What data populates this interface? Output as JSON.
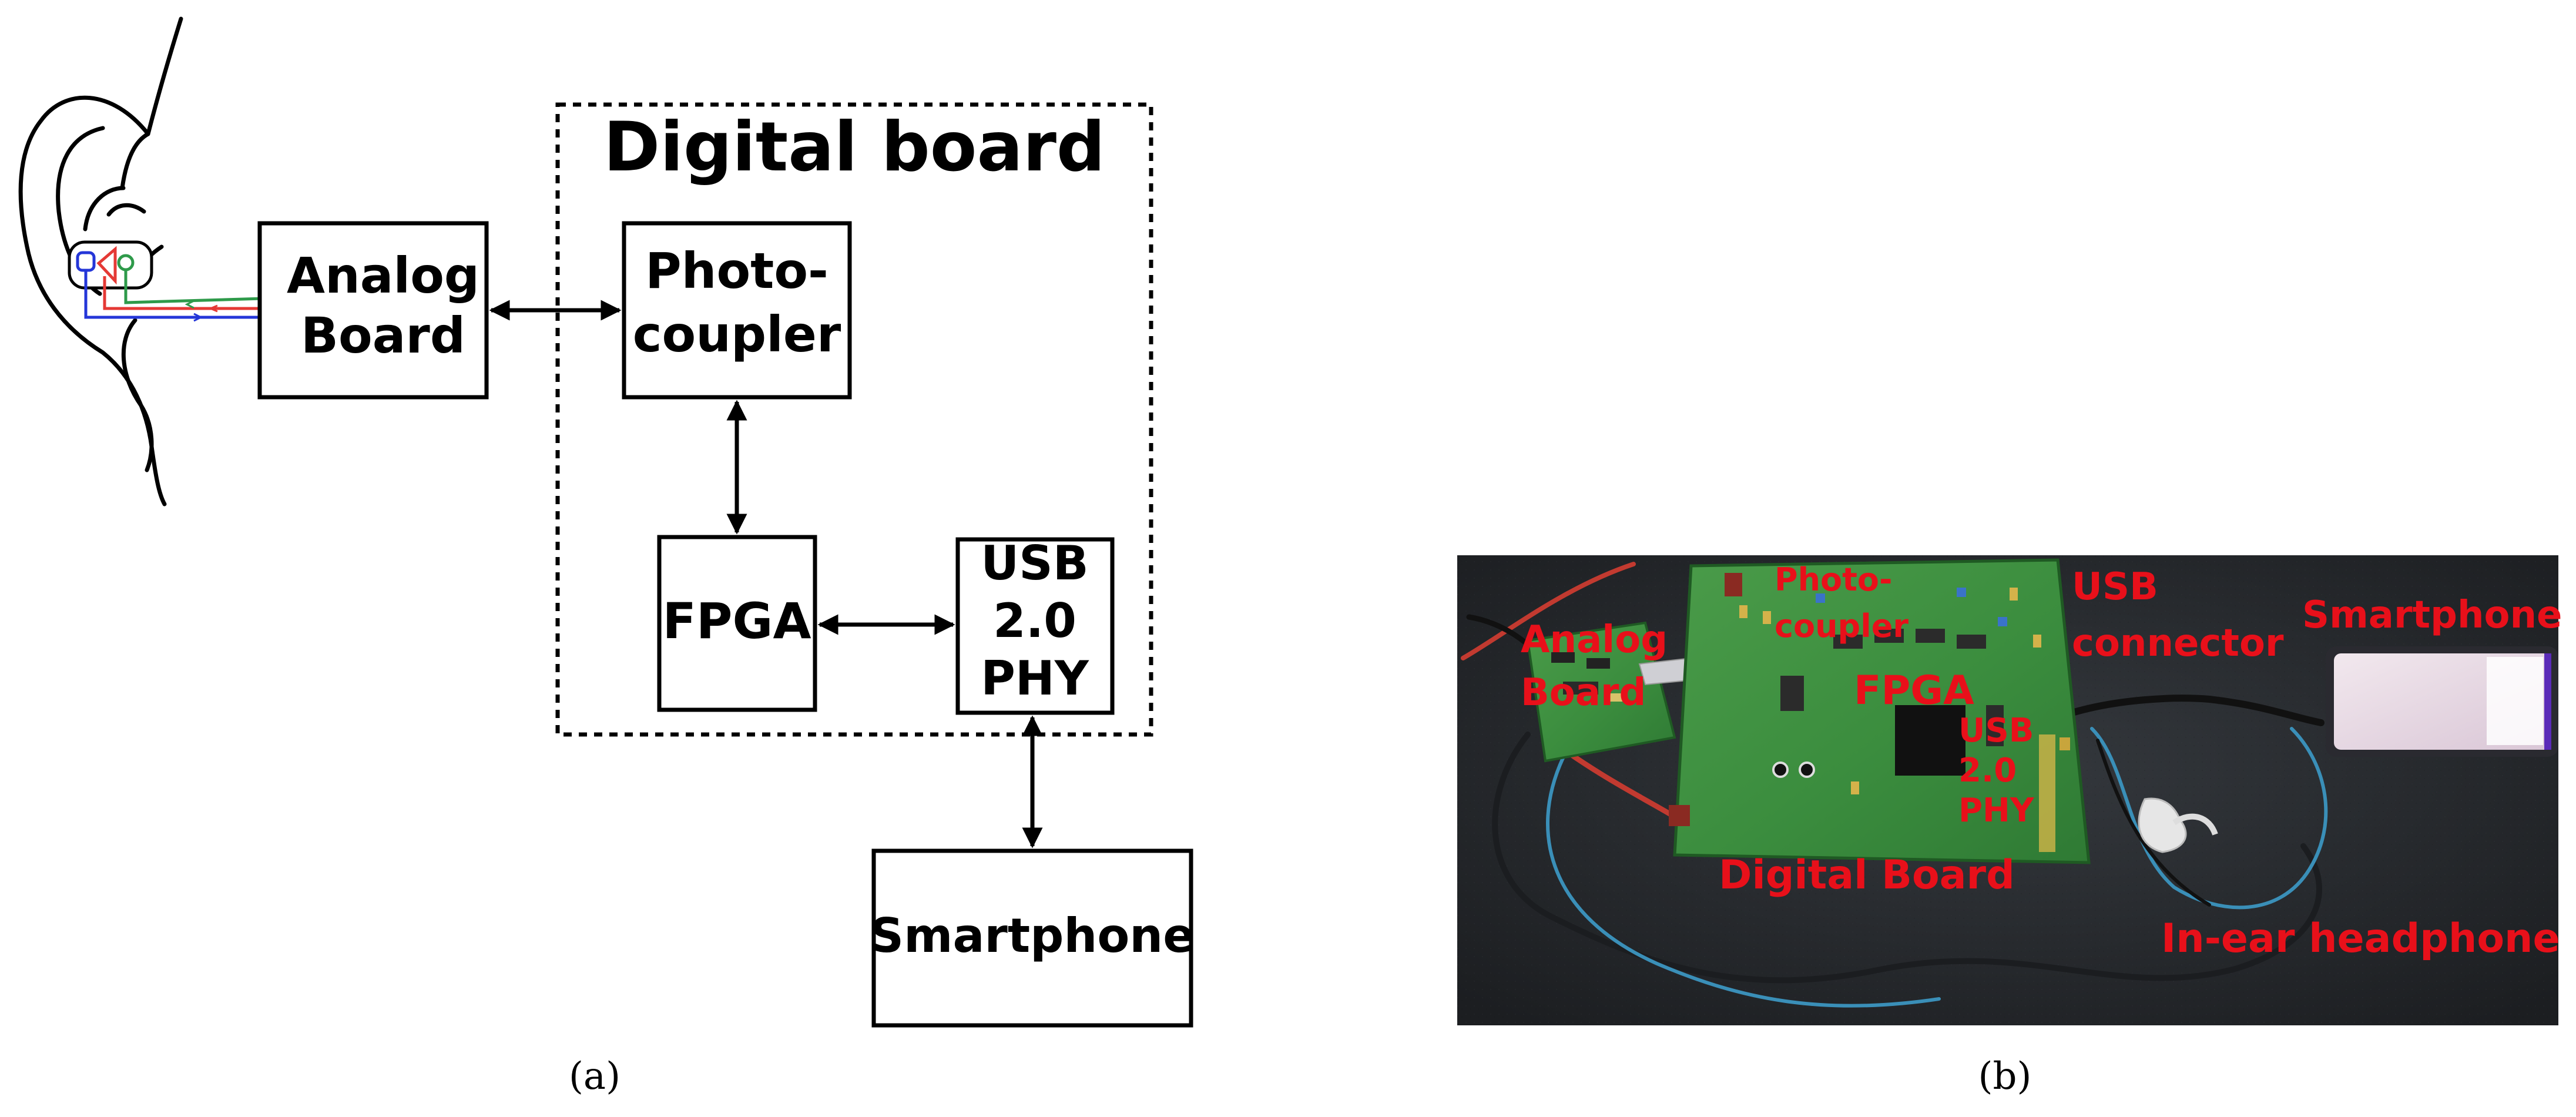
{
  "figure": {
    "panel_a": {
      "caption": "(a)",
      "container_title": "Digital board",
      "blocks": {
        "analog_board": [
          "Analog",
          "Board"
        ],
        "photocoupler": [
          "Photo-",
          "coupler"
        ],
        "fpga": [
          "FPGA"
        ],
        "usb_phy": [
          "USB",
          "2.0",
          "PHY"
        ],
        "smartphone": [
          "Smartphone"
        ]
      }
    },
    "panel_b": {
      "caption": "(b)",
      "labels": {
        "analog_board": [
          "Analog",
          "Board"
        ],
        "photocoupler": [
          "Photo-",
          "coupler"
        ],
        "fpga": "FPGA",
        "usb_phy": [
          "USB",
          "2.0",
          "PHY"
        ],
        "usb_connector": [
          "USB",
          "connector"
        ],
        "smartphone": "Smartphone",
        "digital_board": "Digital Board",
        "in_ear_headphone": "In-ear headphone"
      }
    },
    "colors": {
      "label_red": "#e8101a",
      "wire_red": "#e53935",
      "wire_green": "#2e9a4a",
      "wire_blue": "#2436d8",
      "bench": "#24272b",
      "pcb_green": "#3b8d3e"
    }
  }
}
